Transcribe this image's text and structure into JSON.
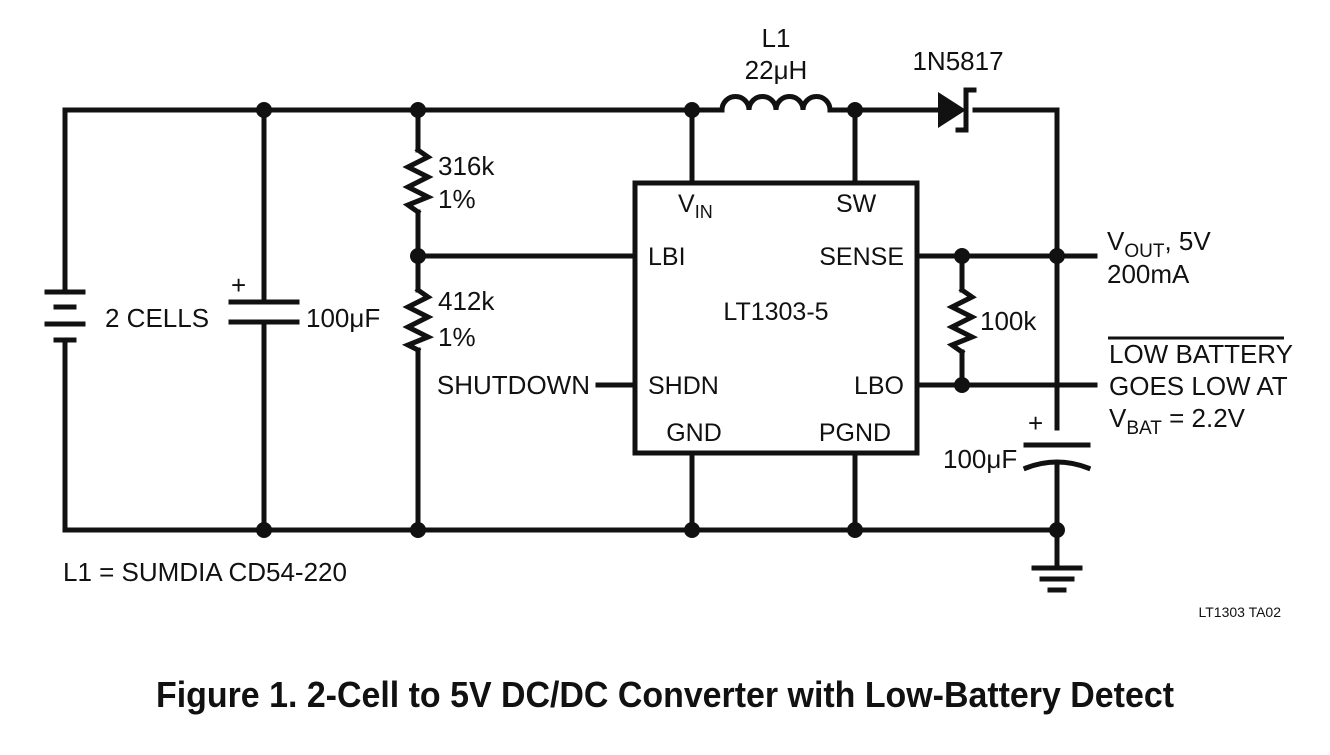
{
  "battery": {
    "label": "2 CELLS"
  },
  "c_in": {
    "plus": "+",
    "value": "100μF"
  },
  "r_top": {
    "value": "316k",
    "tolerance": "1%"
  },
  "r_bottom": {
    "value": "412k",
    "tolerance": "1%"
  },
  "inductor": {
    "ref": "L1",
    "value": "22μH"
  },
  "diode": {
    "part": "1N5817"
  },
  "ic": {
    "name": "LT1303-5",
    "pins": {
      "vin_main": "V",
      "vin_sub": "IN",
      "sw": "SW",
      "lbi": "LBI",
      "sense": "SENSE",
      "shdn": "SHDN",
      "lbo": "LBO",
      "gnd": "GND",
      "pgnd": "PGND"
    }
  },
  "shutdown": {
    "label": "SHUTDOWN"
  },
  "r_pullup": {
    "value": "100k"
  },
  "c_out": {
    "plus": "+",
    "value": "100μF"
  },
  "output": {
    "v_main": "V",
    "v_sub": "OUT",
    "v_rest": ", 5V",
    "current": "200mA"
  },
  "low_battery": {
    "line1": "LOW BATTERY",
    "line2": "GOES LOW AT",
    "vbat_main": "V",
    "vbat_sub": "BAT",
    "vbat_rest": " = 2.2V"
  },
  "note": "L1 = SUMDIA CD54-220",
  "figure_code": "LT1303 TA02",
  "caption": "Figure 1. 2-Cell to 5V DC/DC Converter with Low-Battery Detect"
}
